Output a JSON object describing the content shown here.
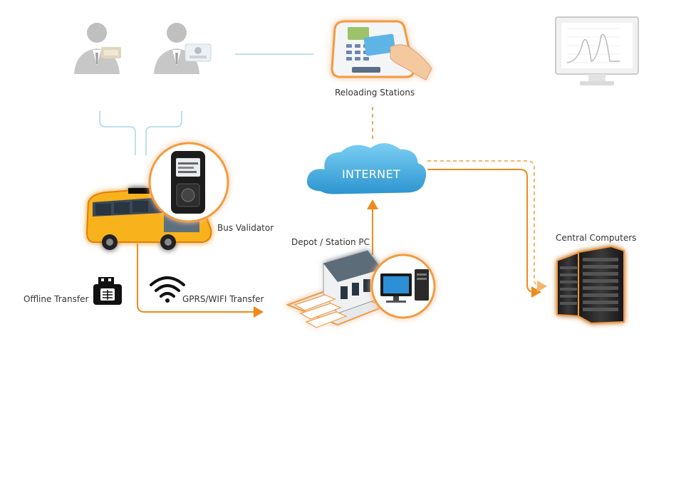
{
  "labels": {
    "reloading_stations": "Reloading Stations",
    "bus_validator": "Bus Validator",
    "depot_station_pc": "Depot / Station PC",
    "central_computers": "Central Computers",
    "offline_transfer": "Offline Transfer",
    "gprs_wifi_transfer": "GPRS/WIFI Transfer",
    "internet": "INTERNET"
  },
  "colors": {
    "orange": "#f08a1c",
    "orange_glow": "#f9b25a",
    "light_blue_line": "#bfe0ee",
    "cloud_blue": "#3fa9dc",
    "bus_yellow": "#f7b21a",
    "gray_person": "#9a9a9a"
  }
}
